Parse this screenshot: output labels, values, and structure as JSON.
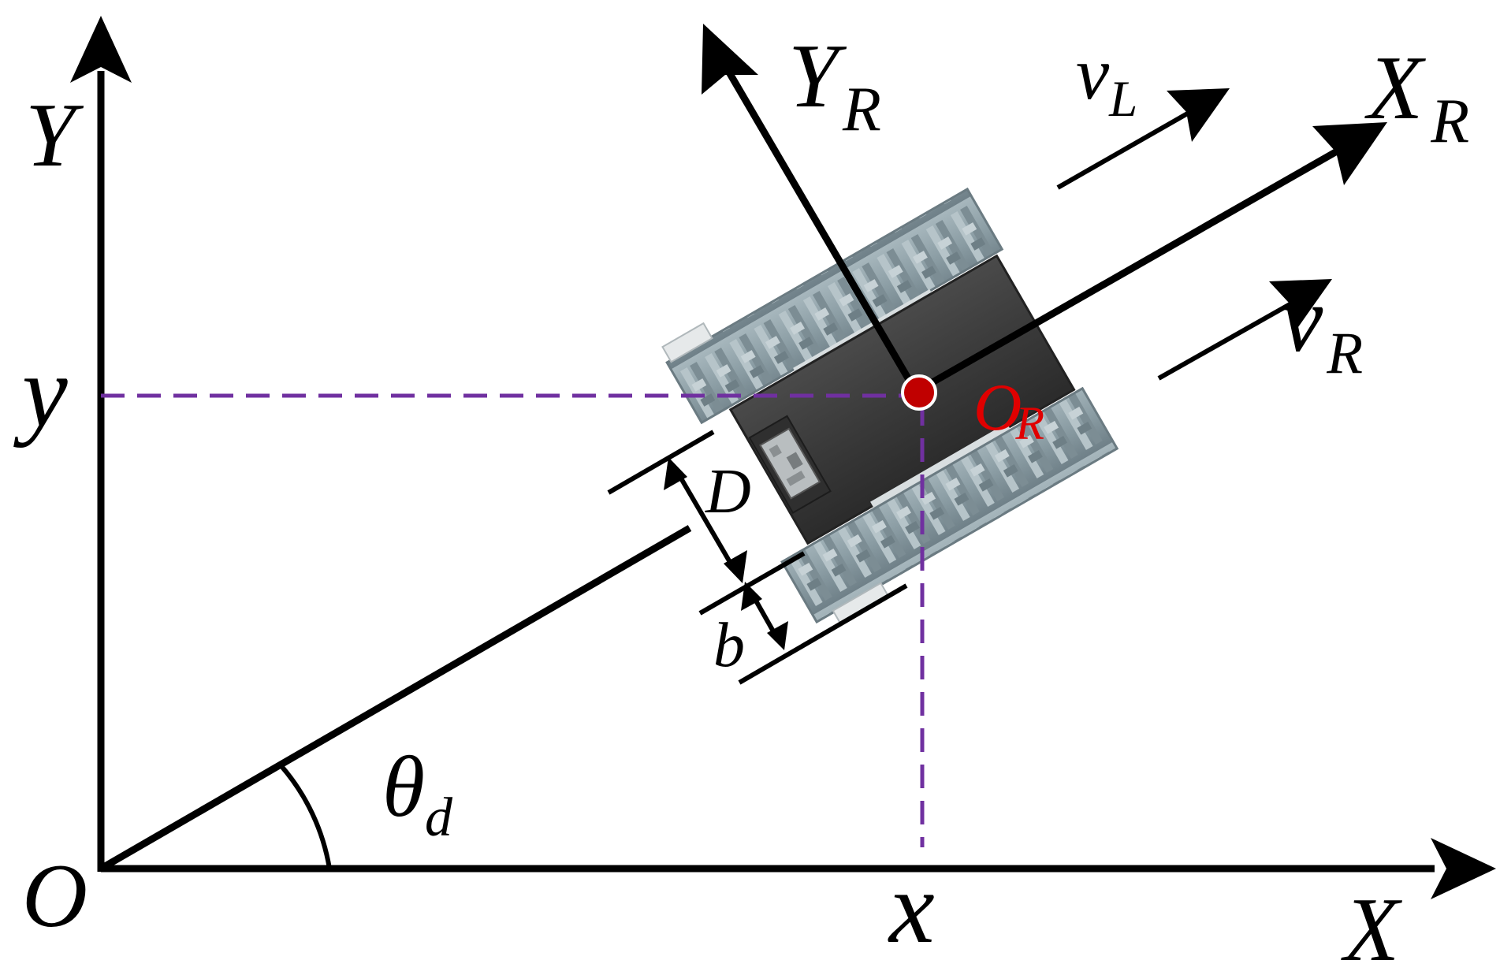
{
  "labels": {
    "origin": "O",
    "x_axis": "X",
    "y_axis": "Y",
    "x_coord": "x",
    "y_coord": "y",
    "robot_x_axis_main": "X",
    "robot_x_axis_sub": "R",
    "robot_y_axis_main": "Y",
    "robot_y_axis_sub": "R",
    "robot_origin_main": "O",
    "robot_origin_sub": "R",
    "left_velocity_main": "v",
    "left_velocity_sub": "L",
    "right_velocity_main": "v",
    "right_velocity_sub": "R",
    "heading_angle_main": "θ",
    "heading_angle_sub": "d",
    "track_distance": "D",
    "track_width": "b"
  },
  "colors": {
    "axes": "#000000",
    "projection_lines": "#7030a0",
    "robot_origin": "#c00000",
    "track": "#8fa1a8",
    "body": "#3a3a3a"
  }
}
